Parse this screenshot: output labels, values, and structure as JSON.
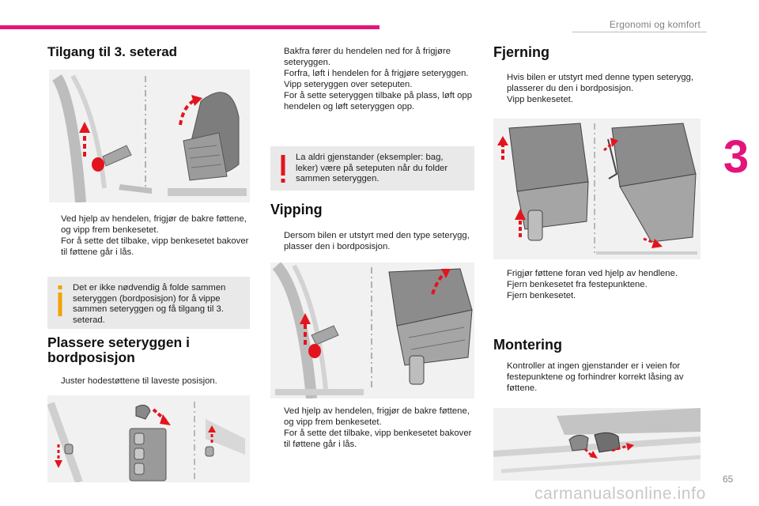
{
  "header": {
    "section_title": "Ergonomi og komfort",
    "chapter_number": "3",
    "accent": "#e3147c"
  },
  "col1": {
    "title": "Tilgang til 3. seterad",
    "bullets_a": [
      "Ved hjelp av hendelen, frigjør de bakre føttene, og vipp frem benkesetet.",
      "For å sette det tilbake, vipp benkesetet bakover til føttene går i lås."
    ],
    "info_note": "Det er ikke nødvendig å folde sammen seteryggen (bordposisjon) for å vippe sammen seteryggen og få tilgang til 3. seterad.",
    "title2_line1": "Plassere seteryggen i",
    "title2_line2": "bordposisjon",
    "bullets_b": [
      "Juster hodestøttene til laveste posisjon."
    ]
  },
  "col2": {
    "bullets_a": [
      "Bakfra fører du hendelen ned for å frigjøre seteryggen.",
      "Forfra, løft i hendelen for å frigjøre seteryggen.",
      "Vipp seteryggen over seteputen.",
      "For å sette seteryggen tilbake på plass, løft opp hendelen og løft seteryggen opp."
    ],
    "warning_note": "La aldri gjenstander (eksempler: bag, leker) være på seteputen når du folder sammen seteryggen.",
    "title": "Vipping",
    "bullets_b": [
      "Dersom bilen er utstyrt med den type seterygg, plasser den i bordposisjon."
    ],
    "bullets_c": [
      "Ved hjelp av hendelen, frigjør de bakre føttene, og vipp frem benkesetet.",
      "For å sette det tilbake, vipp benkesetet bakover til føttene går i lås."
    ]
  },
  "col3": {
    "title": "Fjerning",
    "bullets_a": [
      "Hvis bilen er utstyrt med denne typen seterygg, plasserer du den i bordposisjon.",
      "Vipp benkesetet."
    ],
    "bullets_b": [
      "Frigjør føttene foran ved hjelp av hendlene.",
      "Fjern benkesetet fra festepunktene.",
      "Fjern benkesetet."
    ],
    "title2": "Montering",
    "bullets_c": [
      "Kontroller at ingen gjenstander er i veien for festepunktene og forhindrer korrekt låsing av føttene."
    ]
  },
  "footer": {
    "page_number": "65",
    "watermark": "carmanualsonline.info"
  },
  "bullet_marker": "",
  "info_mark": "i",
  "warning_mark": "!"
}
